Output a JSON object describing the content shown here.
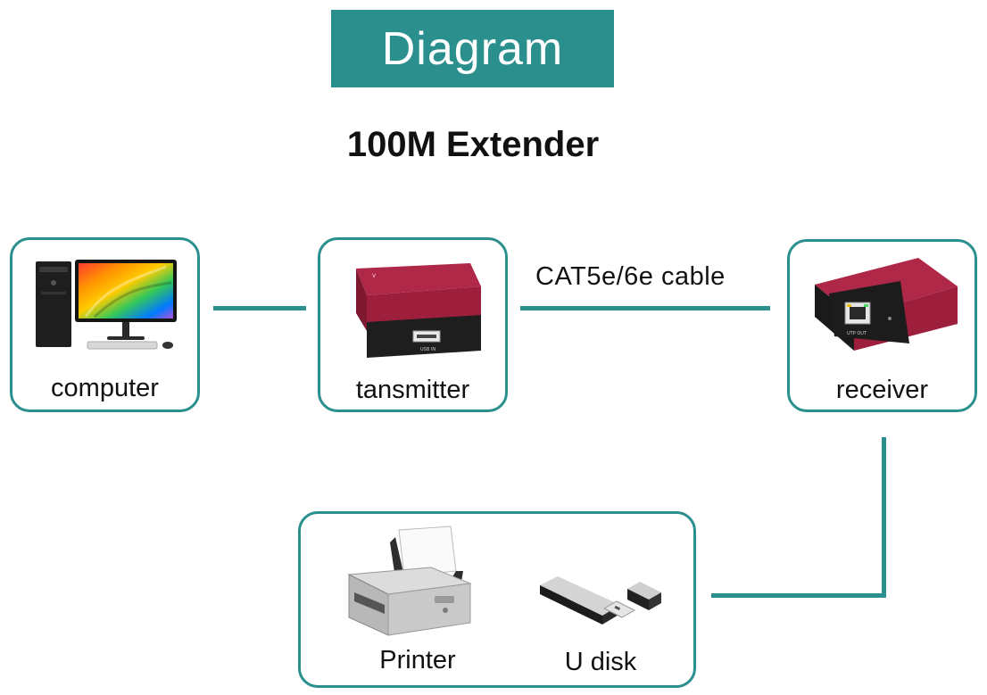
{
  "header": {
    "banner": "Diagram",
    "subtitle": "100M Extender"
  },
  "nodes": {
    "computer": {
      "label": "computer"
    },
    "transmitter": {
      "label": "tansmitter"
    },
    "receiver": {
      "label": "receiver"
    },
    "devices": {
      "printer_label": "Printer",
      "udisk_label": "U disk"
    }
  },
  "connections": {
    "cable_label": "CAT5e/6e cable"
  },
  "colors": {
    "accent": "#2b8f8d",
    "device_red": "#9e1f3c",
    "device_dark": "#222222"
  },
  "icons": [
    "desktop-computer-icon",
    "usb-extender-transmitter-icon",
    "usb-extender-receiver-icon",
    "printer-icon",
    "usb-flash-drive-icon"
  ]
}
